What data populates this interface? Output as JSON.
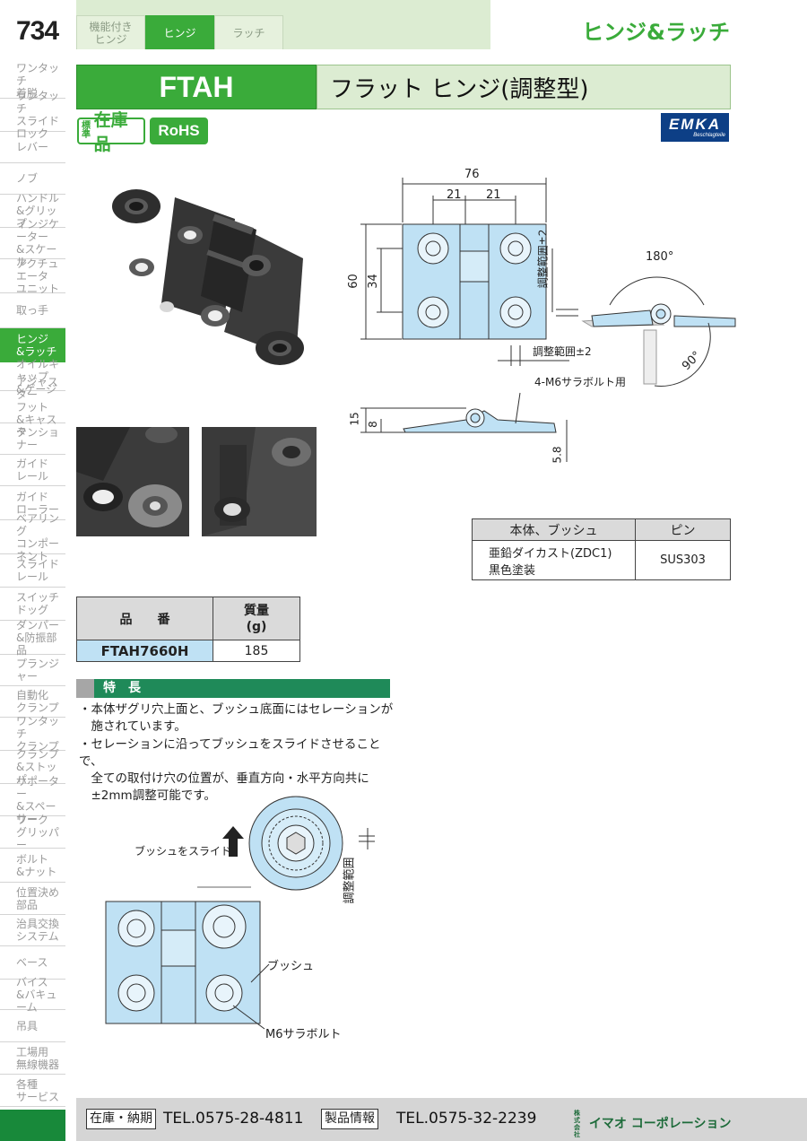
{
  "page_number": "734",
  "top_tabs": [
    {
      "label": "機能付き\nヒンジ",
      "active": false
    },
    {
      "label": "ヒンジ",
      "active": true
    },
    {
      "label": "ラッチ",
      "active": false
    }
  ],
  "category_title": "ヒンジ&ラッチ",
  "sidebar": [
    "ワンタッチ\n着脱",
    "ワンタッチ\nスライドロック",
    "レバー",
    "ノブ",
    "ハンドル\n&グリップ",
    "インジケーター\n&スケール",
    "アクチュエータ\nユニット",
    "取っ手",
    "ヒンジ\n&ラッチ",
    "オイルキャップ\n&ゲージ",
    "アジャスター\nフット\n&キャスタ",
    "テンショナー",
    "ガイド\nレール",
    "ガイド\nローラー",
    "ベアリング\nコンポーネント",
    "スライド\nレール",
    "スイッチ\nドッグ",
    "ダンパー\n&防振部品",
    "プランジャー",
    "自動化\nクランプ",
    "ワンタッチ\nクランプ",
    "クランプ\n&ストッパー",
    "サポーター\n&スペーサー",
    "ワーク\nグリッパー",
    "ボルト\n&ナット",
    "位置決め\n部品",
    "治具交換\nシステム",
    "ベース",
    "バイス\n&バキューム",
    "吊具",
    "工場用\n無線機器",
    "各種\nサービス"
  ],
  "sidebar_active": "ヒンジ\n&ラッチ",
  "product": {
    "code": "FTAH",
    "name": "フラット ヒンジ(調整型)"
  },
  "badges": {
    "stock_small": "標準",
    "stock_big": "在庫品",
    "rohs": "RoHS"
  },
  "brand_logo": {
    "name": "EMKA",
    "sub": "Beschlagteile",
    "color": "#0d3f86"
  },
  "dimensions": {
    "overall_width": "76",
    "half_left": "21",
    "half_right": "21",
    "height": "60",
    "hole_pitch": "34",
    "adjust_vertical": "調整範囲±2",
    "adjust_horizontal": "調整範囲±2",
    "open_angle": "180°",
    "close_angle": "90°",
    "bolt_note": "4-M6サラボルト用",
    "side_height": "15",
    "side_leaf": "8",
    "side_thick": "5.8"
  },
  "material_table": {
    "headers": [
      "本体、ブッシュ",
      "ピン"
    ],
    "row": [
      "亜鉛ダイカスト(ZDC1)\n黒色塗装",
      "SUS303"
    ]
  },
  "part_table": {
    "headers": [
      "品　　番",
      "質量\n(g)"
    ],
    "row": [
      "FTAH7660H",
      "185"
    ]
  },
  "features": {
    "title": "特　長",
    "items": [
      "・本体ザグリ穴上面と、ブッシュ底面にはセレーションが\n　施されています。",
      "・セレーションに沿ってブッシュをスライドさせることで、\n　全ての取付け穴の位置が、垂直方向・水平方向共に\n　±2mm調整可能です。"
    ]
  },
  "bottom_diagram": {
    "slide_label": "ブッシュをスライド",
    "adjust_label": "調整範囲",
    "bush_label": "ブッシュ",
    "bolt_label": "M6サラボルト"
  },
  "footer": {
    "stock_label": "在庫・納期",
    "stock_tel": "TEL.0575-28-4811",
    "info_label": "製品情報",
    "info_tel": "TEL.0575-32-2239",
    "company_small": "株式\n会社",
    "company": "イマオ コーポレーション"
  },
  "colors": {
    "accent_green": "#3aab3a",
    "dark_green": "#1f8a59",
    "light_green": "#dcecd2",
    "part_blue": "#bfe1f4"
  }
}
